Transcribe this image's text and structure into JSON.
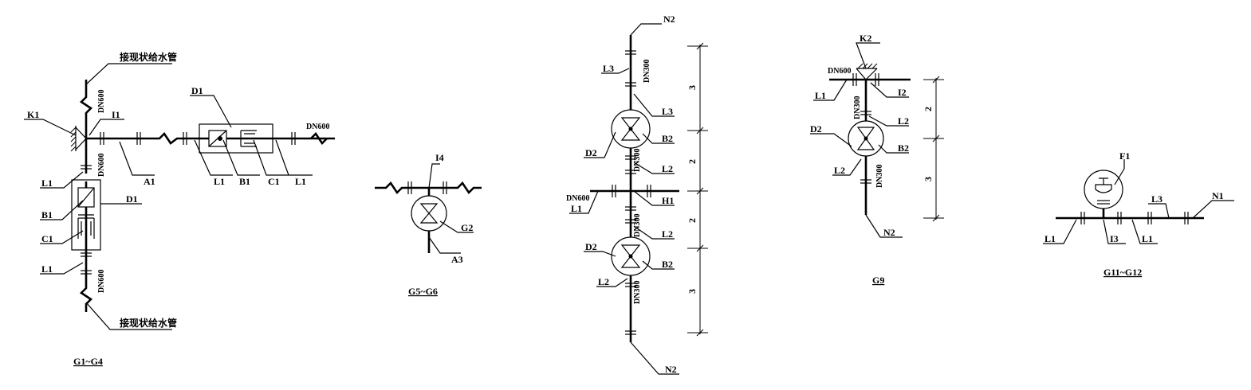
{
  "groups": {
    "g1": {
      "caption": "G1~G4",
      "top_note": "接现状给水管",
      "bottom_note": "接现状给水管",
      "size_top": "DN600",
      "size_mid": "DN600",
      "size_bottom": "DN600",
      "size_right": "DN600",
      "labels": {
        "k1": "K1",
        "i1": "I1",
        "d1_top": "D1",
        "a1": "A1",
        "l1_a": "L1",
        "b1_a": "B1",
        "c1_a": "C1",
        "l1_b": "L1",
        "l1_c": "L1",
        "b1_b": "B1",
        "d1_left": "D1",
        "c1_b": "C1",
        "l1_d": "L1"
      }
    },
    "g5": {
      "caption": "G5~G6",
      "labels": {
        "i4": "I4",
        "g2": "G2",
        "a3": "A3"
      }
    },
    "g7": {
      "labels": {
        "n2_top": "N2",
        "l3_a": "L3",
        "l3_b": "L3",
        "d2_a": "D2",
        "b2_a": "B2",
        "l2_a": "L2",
        "h1": "H1",
        "l1": "L1",
        "l2_b": "L2",
        "d2_b": "D2",
        "b2_b": "B2",
        "l2_c": "L2",
        "n2_bottom": "N2"
      },
      "sizes": {
        "s1": "DN300",
        "s2": "DN300",
        "s3": "DN300",
        "s4": "DN300",
        "left": "DN600"
      },
      "dims": [
        "3",
        "2",
        "2",
        "3"
      ]
    },
    "g9": {
      "caption": "G9",
      "labels": {
        "k2": "K2",
        "l1": "L1",
        "i2": "I2",
        "l2_a": "L2",
        "d2": "D2",
        "b2": "B2",
        "l2_b": "L2",
        "n2": "N2"
      },
      "sizes": {
        "left": "DN600",
        "s1": "DN300",
        "s2": "DN300"
      },
      "dims": [
        "2",
        "3"
      ]
    },
    "g11": {
      "caption": "G11~G12",
      "labels": {
        "f1": "F1",
        "l3": "L3",
        "n1": "N1",
        "l1_a": "L1",
        "i3": "I3",
        "l1_b": "L1"
      }
    }
  }
}
